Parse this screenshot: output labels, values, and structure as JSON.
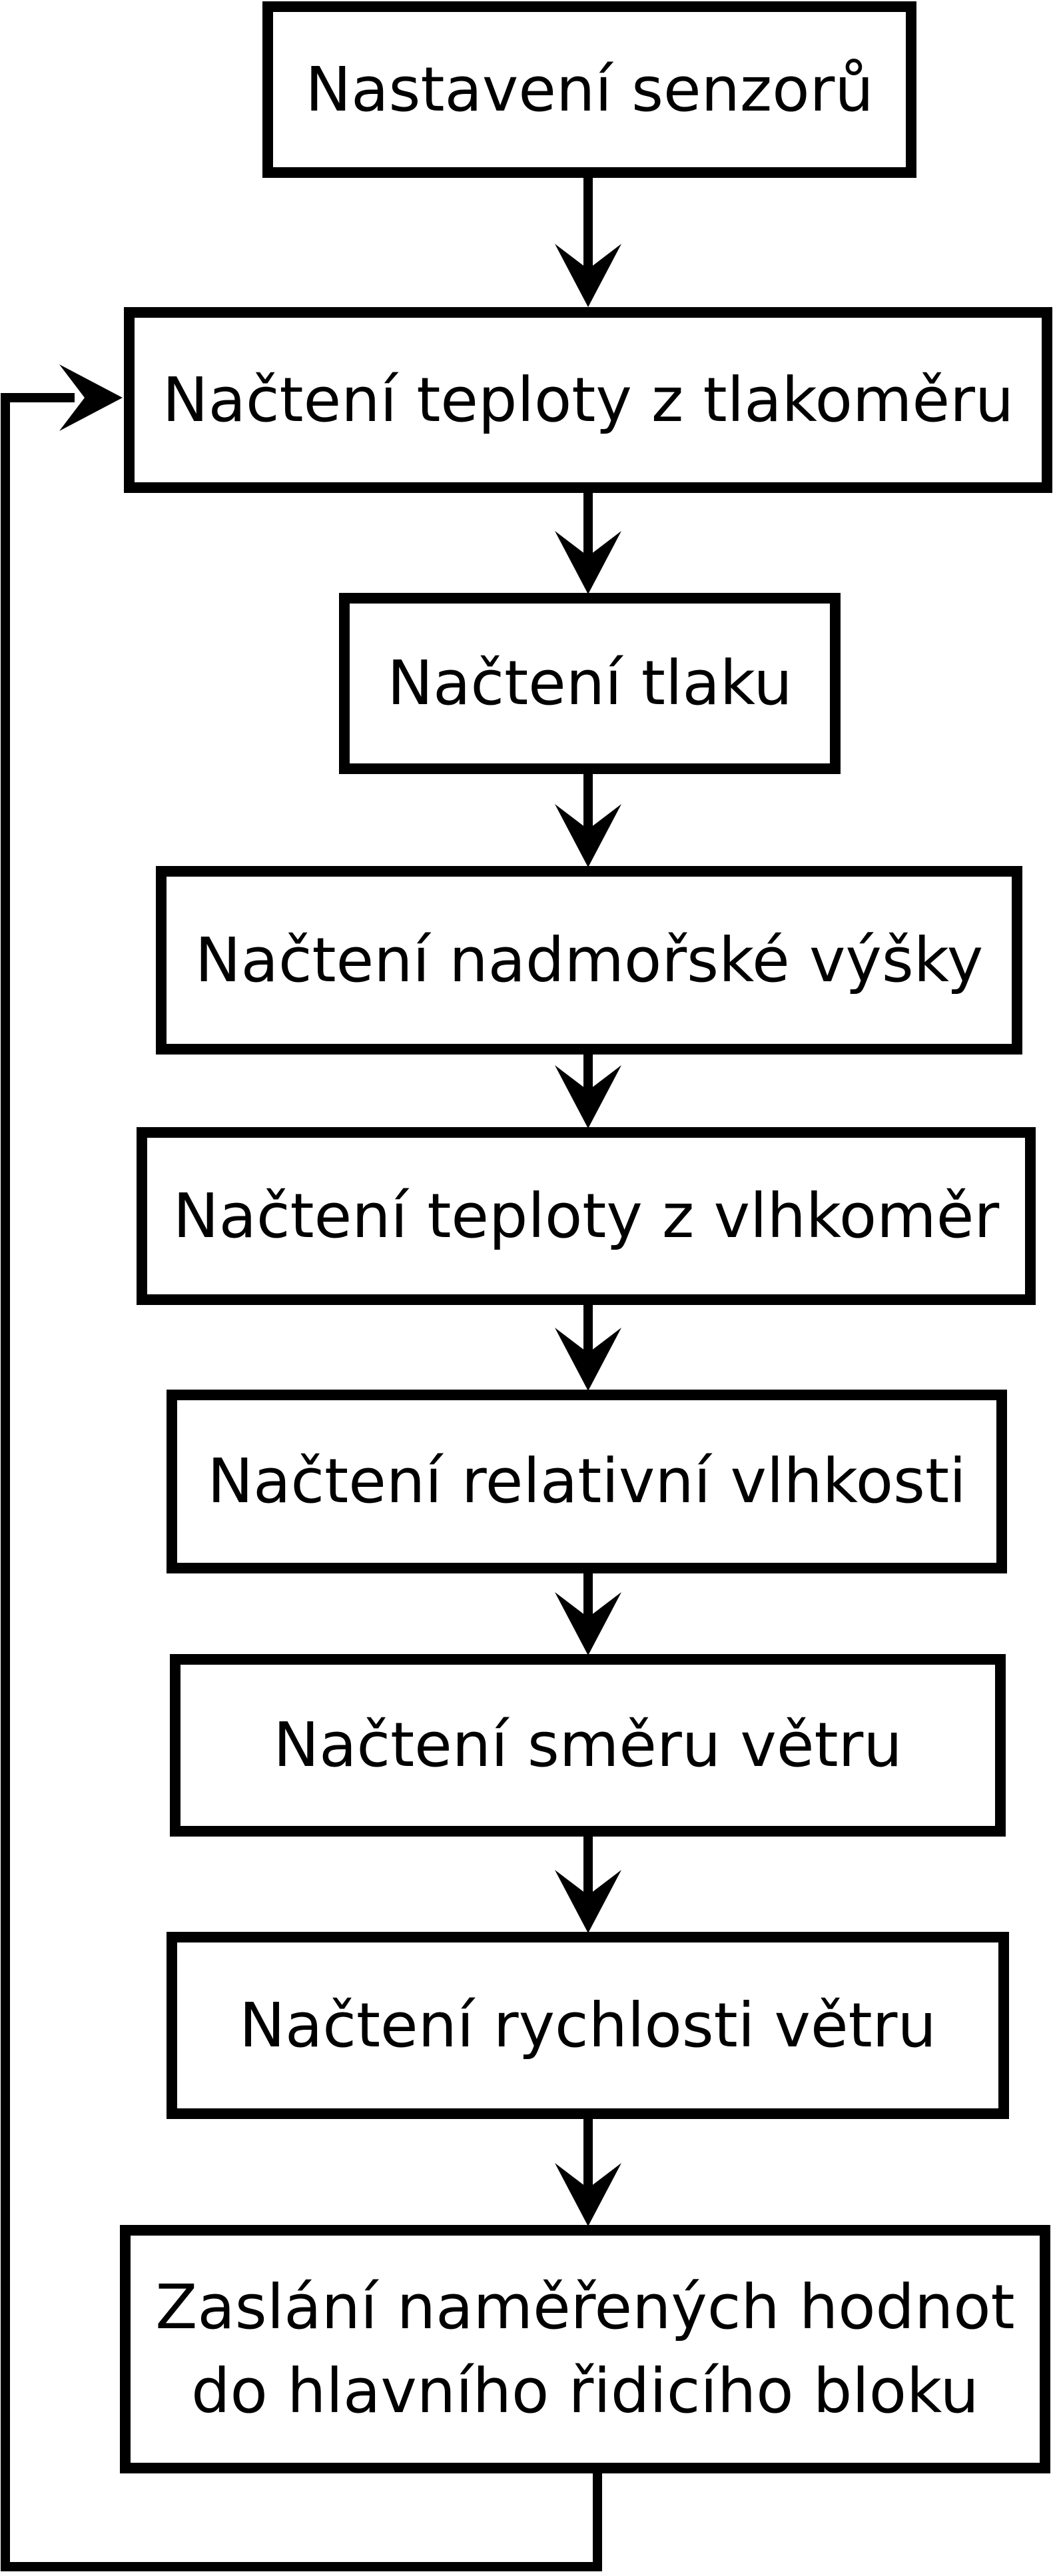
{
  "diagram": {
    "type": "flowchart",
    "language": "cs",
    "background_color": "#ffffff",
    "stroke_color": "#000000",
    "text_color": "#000000",
    "nodes": [
      {
        "id": "setup-sensors",
        "label": "Nastavení senzorů"
      },
      {
        "id": "read-temp-barometer",
        "label": "Načtení teploty z tlakoměru"
      },
      {
        "id": "read-pressure",
        "label": "Načtení tlaku"
      },
      {
        "id": "read-altitude",
        "label": "Načtení nadmořské výšky"
      },
      {
        "id": "read-temp-hygrometer",
        "label": "Načtení teploty z vlhkoměr"
      },
      {
        "id": "read-rel-humidity",
        "label": "Načtení relativní vlhkosti"
      },
      {
        "id": "read-wind-direction",
        "label": "Načtení směru větru"
      },
      {
        "id": "read-wind-speed",
        "label": "Načtení rychlosti větru"
      },
      {
        "id": "send-values",
        "label": "Zaslání naměřených hodnot do hlavního řidicího bloku",
        "lines": [
          "Zaslání naměřených hodnot",
          "do hlavního řidicího bloku"
        ]
      }
    ],
    "edges": [
      {
        "from": "Nastavení senzorů",
        "to": "Načtení teploty z tlakoměru",
        "type": "arrow-down"
      },
      {
        "from": "Načtení teploty z tlakoměru",
        "to": "Načtení tlaku",
        "type": "arrow-down"
      },
      {
        "from": "Načtení tlaku",
        "to": "Načtení nadmořské výšky",
        "type": "arrow-down"
      },
      {
        "from": "Načtení nadmořské výšky",
        "to": "Načtení teploty z vlhkoměr",
        "type": "arrow-down"
      },
      {
        "from": "Načtení teploty z vlhkoměr",
        "to": "Načtení relativní vlhkosti",
        "type": "arrow-down"
      },
      {
        "from": "Načtení relativní vlhkosti",
        "to": "Načtení směru větru",
        "type": "arrow-down"
      },
      {
        "from": "Načtení směru větru",
        "to": "Načtení rychlosti větru",
        "type": "arrow-down"
      },
      {
        "from": "Načtení rychlosti větru",
        "to": "Zaslání naměřených hodnot do hlavního řidicího bloku",
        "type": "arrow-down"
      },
      {
        "from": "Zaslání naměřených hodnot do hlavního řidicího bloku",
        "to": "Načtení teploty z tlakoměru",
        "type": "loop-back"
      }
    ]
  }
}
